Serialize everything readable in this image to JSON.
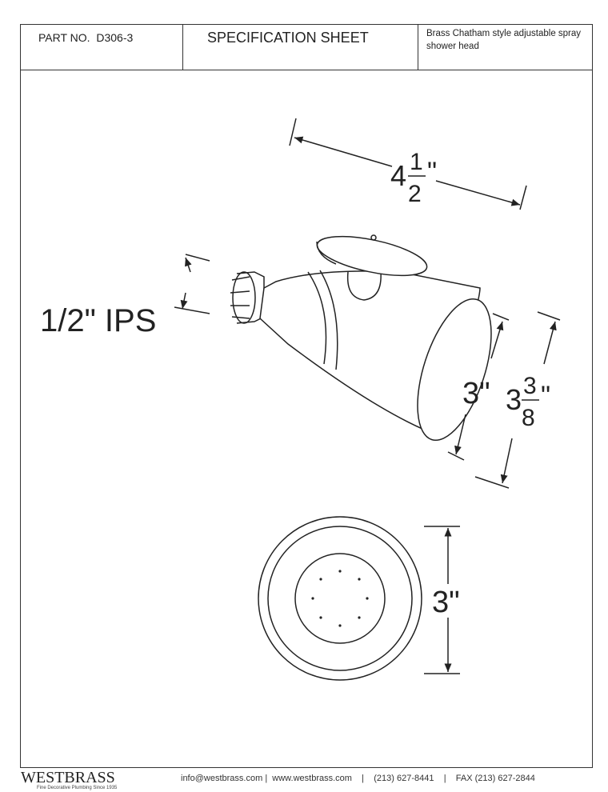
{
  "header": {
    "part_label": "PART NO.",
    "part_number": "D306-3",
    "title": "SPECIFICATION SHEET",
    "description": "Brass Chatham style adjustable spray shower head"
  },
  "dimensions": {
    "width_whole": "4",
    "width_num": "1",
    "width_den": "2",
    "width_unit": "\"",
    "inlet": "1/2\" IPS",
    "face_diameter": "3\"",
    "height_whole": "3",
    "height_num": "3",
    "height_den": "8",
    "height_unit": "\"",
    "front_diameter": "3\""
  },
  "footer": {
    "brand": "WESTBRASS",
    "tagline": "Fine Decorative Plumbing Since 1935",
    "email": "info@westbrass.com",
    "website": "www.westbrass.com",
    "phone": "(213) 627-8441",
    "fax": "FAX (213) 627-2844"
  }
}
